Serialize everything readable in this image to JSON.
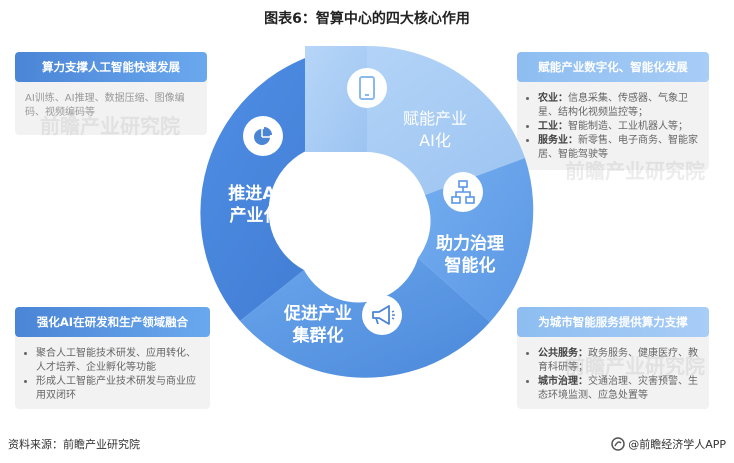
{
  "title": "图表6：智算中心的四大核心作用",
  "center_segments": {
    "top_right": "赋能产业\nAI化",
    "right": "助力治理\n智能化",
    "bottom": "促进产业\n集群化",
    "left": "推进AI\n产业化"
  },
  "cards": {
    "top_left": {
      "title": "算力支撑人工智能快速发展",
      "text": "AI训练、AI推理、数据压缩、图像编码、视频编码等"
    },
    "top_right": {
      "title": "赋能产业数字化、智能化发展",
      "items": [
        {
          "label": "农业：",
          "text": "信息采集、传感器、气象卫星、结构化视频监控等；"
        },
        {
          "label": "工业：",
          "text": "智能制造、工业机器人等；"
        },
        {
          "label": "服务业：",
          "text": "新零售、电子商务、智能家居、智能驾驶等"
        }
      ]
    },
    "bottom_left": {
      "title": "强化AI在研发和生产领域融合",
      "items": [
        {
          "text": "聚合人工智能技术研发、应用转化、人才培养、企业孵化等功能"
        },
        {
          "text": "形成人工智能产业技术研发与商业应用双闭环"
        }
      ]
    },
    "bottom_right": {
      "title": "为城市智能服务提供算力支撑",
      "items": [
        {
          "label": "公共服务：",
          "text": "政务服务、健康医疗、教育科研等；"
        },
        {
          "label": "城市治理：",
          "text": "交通治理、灾害预警、生态环境监测、应急处置等"
        }
      ]
    }
  },
  "footer": {
    "source": "资料来源：前瞻产业研究院",
    "brand": "@前瞻经济学人APP"
  },
  "watermark": "前瞻产业研究院",
  "icons": [
    "pie-chart-icon",
    "phone-icon",
    "org-chart-icon",
    "megaphone-icon",
    "brand-logo-icon"
  ],
  "colors": {
    "dark_blue": "#4a85d6",
    "mid_blue": "#5e9ae6",
    "light_blue": "#a3c9f4",
    "right_blue": "#6aa6ec"
  }
}
